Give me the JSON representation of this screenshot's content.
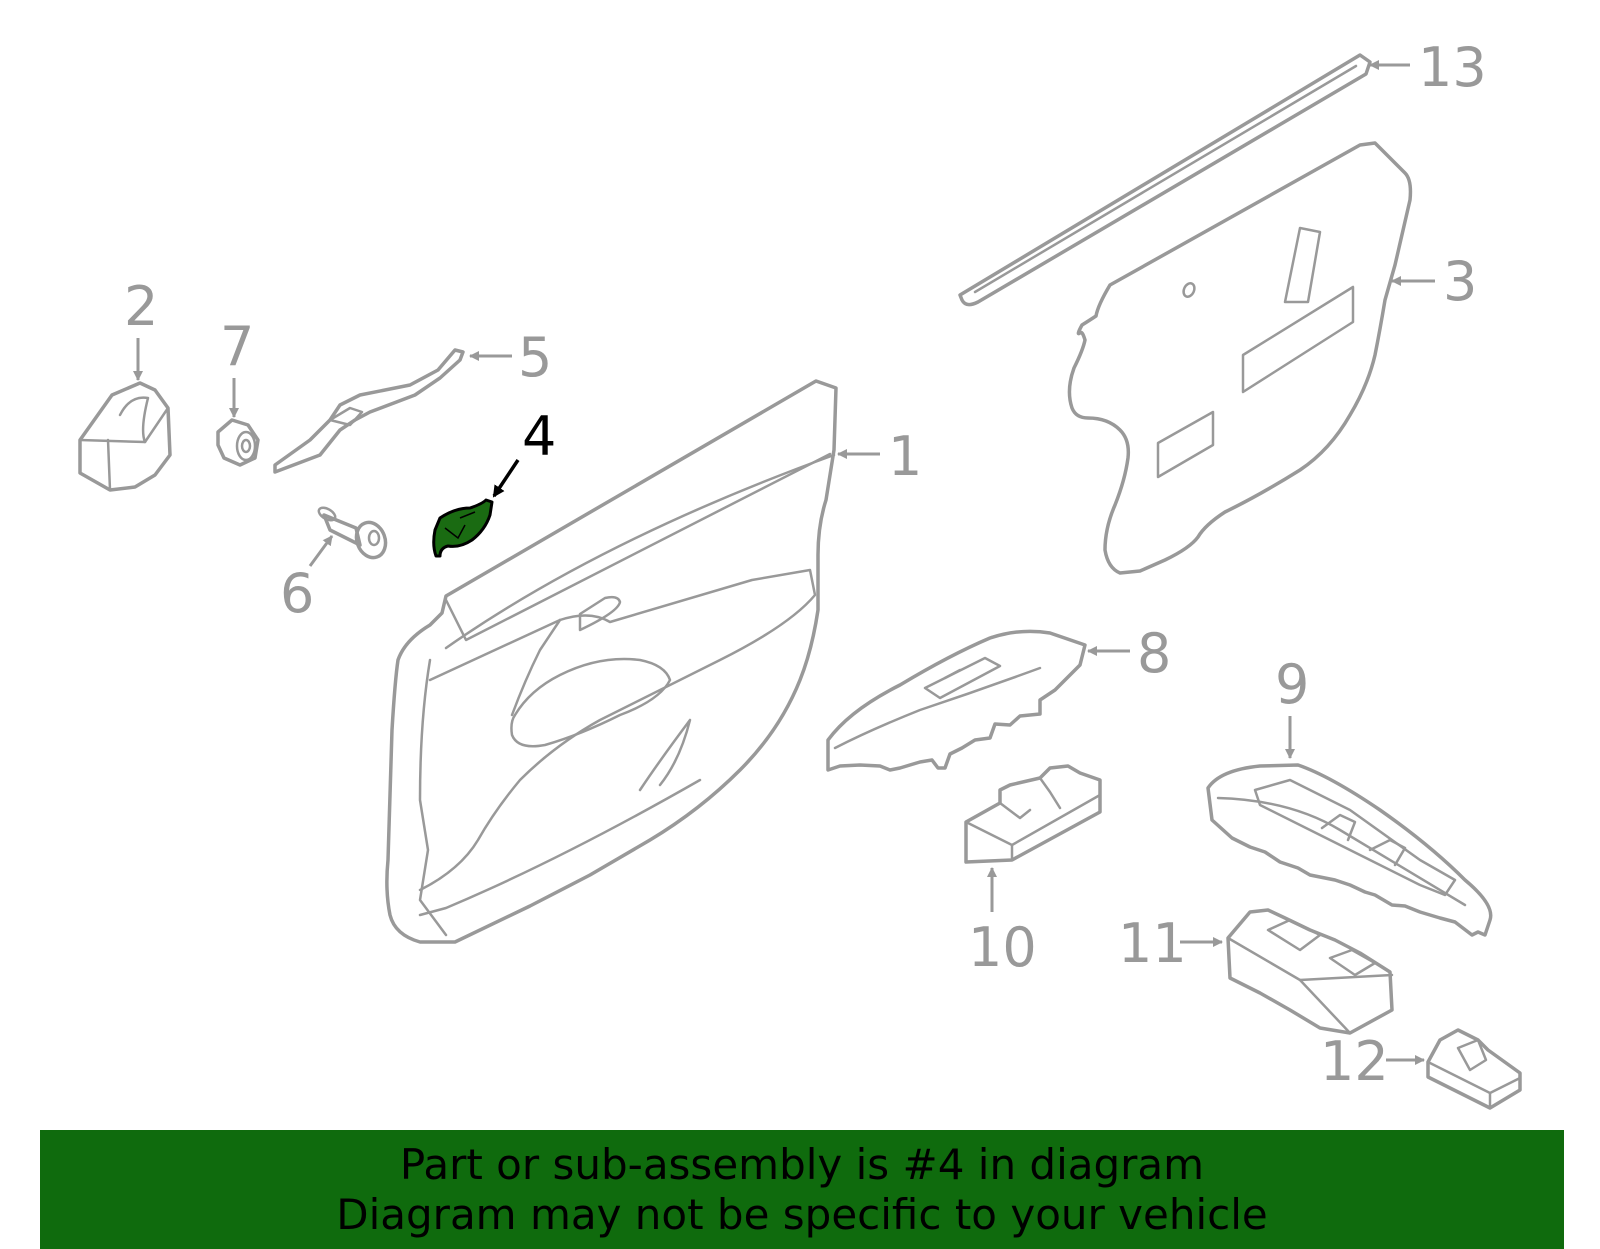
{
  "callouts": {
    "c1": "1",
    "c2": "2",
    "c3": "3",
    "c4": "4",
    "c5": "5",
    "c6": "6",
    "c7": "7",
    "c8": "8",
    "c9": "9",
    "c10": "10",
    "c11": "11",
    "c12": "12",
    "c13": "13"
  },
  "highlighted_part": "4",
  "colors": {
    "highlight_fill": "#1a6b12",
    "banner_bg": "#0f6b0d",
    "line_gray": "#999999"
  },
  "banner": {
    "line1": "Part or sub-assembly is #4 in diagram",
    "line2": "Diagram may not be specific to your vehicle"
  }
}
